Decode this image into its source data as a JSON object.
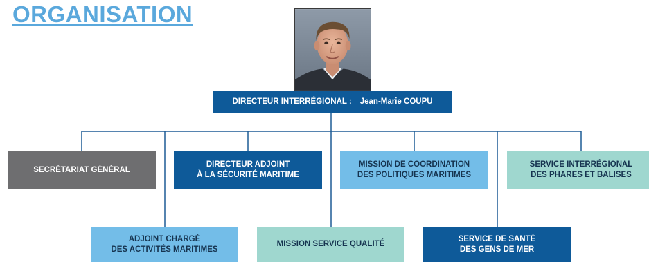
{
  "title": "ORGANISATION",
  "colors": {
    "title": "#5aa8dc",
    "connector": "#1e5c96",
    "dark_blue": "#0e5a99",
    "grey": "#6e6e70",
    "light_blue": "#73bde8",
    "teal": "#9fd7cf",
    "text_dark": "#163450",
    "text_light": "#ffffff"
  },
  "portrait": {
    "description_icon": "person-portrait-photo"
  },
  "director": {
    "title": "DIRECTEUR INTERRÉGIONAL :",
    "name": "Jean-Marie COUPU"
  },
  "units": [
    {
      "id": "sg",
      "lines": [
        "SECRÉTARIAT GÉNÉRAL"
      ],
      "style": "grey"
    },
    {
      "id": "dasm",
      "lines": [
        "DIRECTEUR ADJOINT",
        "À LA SÉCURITÉ MARITIME"
      ],
      "style": "dark_blue"
    },
    {
      "id": "mcpm",
      "lines": [
        "MISSION DE COORDINATION",
        "DES POLITIQUES MARITIMES"
      ],
      "style": "light_blue"
    },
    {
      "id": "sipb",
      "lines": [
        "SERVICE INTERRÉGIONAL",
        "DES PHARES ET BALISES"
      ],
      "style": "teal"
    },
    {
      "id": "acam",
      "lines": [
        "ADJOINT CHARGÉ",
        "DES ACTIVITÉS MARITIMES"
      ],
      "style": "light_blue"
    },
    {
      "id": "msq",
      "lines": [
        "MISSION SERVICE QUALITÉ"
      ],
      "style": "teal"
    },
    {
      "id": "ssgm",
      "lines": [
        "SERVICE DE SANTÉ",
        "DES GENS DE MER"
      ],
      "style": "dark_blue"
    }
  ]
}
